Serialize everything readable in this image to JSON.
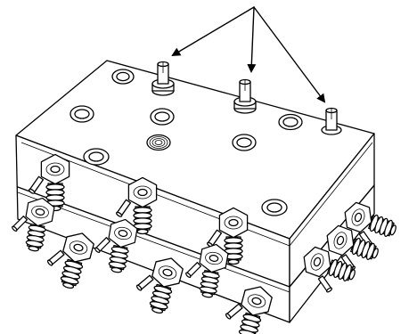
{
  "figure": {
    "subject": "lubrication-distributor-block",
    "arrows": {
      "count": 3,
      "color": "#000000"
    },
    "colors": {
      "line": "#000000",
      "fill": "#ffffff"
    },
    "components": {
      "indicator_pins": 3,
      "top_plugs": 8,
      "front_fittings": 9,
      "side_fittings": 3
    }
  }
}
